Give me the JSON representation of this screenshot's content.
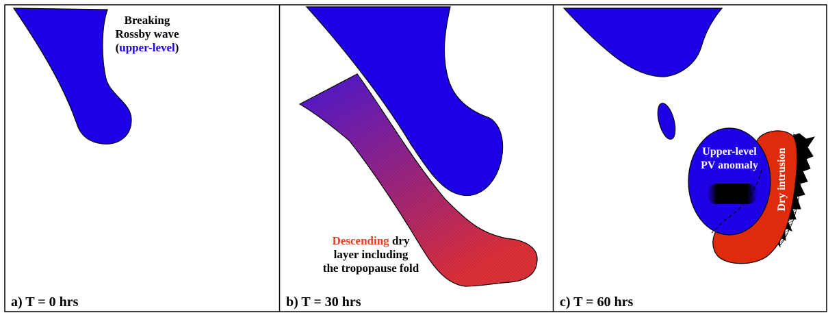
{
  "panels": [
    {
      "caption": "a) T = 0 hrs",
      "annotation": {
        "line1": "Breaking",
        "line2": "Rossby wave",
        "line3_open": "(",
        "line3_highlight": "upper-level",
        "line3_close": ")"
      }
    },
    {
      "caption": "b) T = 30 hrs",
      "annotation": {
        "line1_highlight": "Descending",
        "line1_rest": " dry",
        "line2": "layer including",
        "line3": "the tropopause fold"
      }
    },
    {
      "caption": "c) T = 60 hrs",
      "anomaly_line1": "Upper-level",
      "anomaly_line2": "PV anomaly",
      "dry_intrusion": "Dry intrusion"
    }
  ],
  "colors": {
    "upper_level_pv": "#1e00e6",
    "descending_highlight": "#e8401c",
    "dry_intrusion": "#e02a0c",
    "gradient_top": "#4a18d8",
    "gradient_bottom": "#e0303a",
    "text": "#000000"
  }
}
